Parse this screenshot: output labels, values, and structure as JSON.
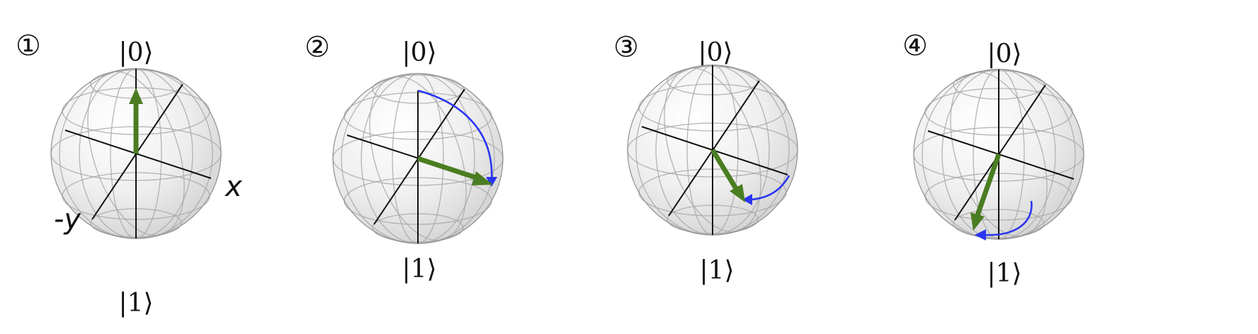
{
  "panels": [
    {
      "step": "①",
      "top_label": "|0⟩",
      "bottom_label": "|1⟩",
      "axis_labels": {
        "x": "x",
        "y": "-y"
      },
      "vector": {
        "theta_deg": 0,
        "phi_deg": 0
      },
      "rotation_path": null
    },
    {
      "step": "②",
      "top_label": "|0⟩",
      "bottom_label": "|1⟩",
      "axis_labels": null,
      "vector": {
        "theta_deg": 90,
        "phi_deg": 0
      },
      "rotation_path": "from |0⟩ down to +x"
    },
    {
      "step": "③",
      "top_label": "|0⟩",
      "bottom_label": "|1⟩",
      "axis_labels": null,
      "vector": {
        "theta_deg": 90,
        "phi_deg": -45
      },
      "rotation_path": "around equator from +x"
    },
    {
      "step": "④",
      "top_label": "|0⟩",
      "bottom_label": "|1⟩",
      "axis_labels": null,
      "vector": {
        "theta_deg": 90,
        "phi_deg": -90
      },
      "rotation_path": "around equator to -y"
    }
  ],
  "colors": {
    "state_vector": "#4a7d22",
    "rotation_arrow": "#2b35f0",
    "sphere_fill": "#e9e9e9",
    "axes": "#111111"
  }
}
